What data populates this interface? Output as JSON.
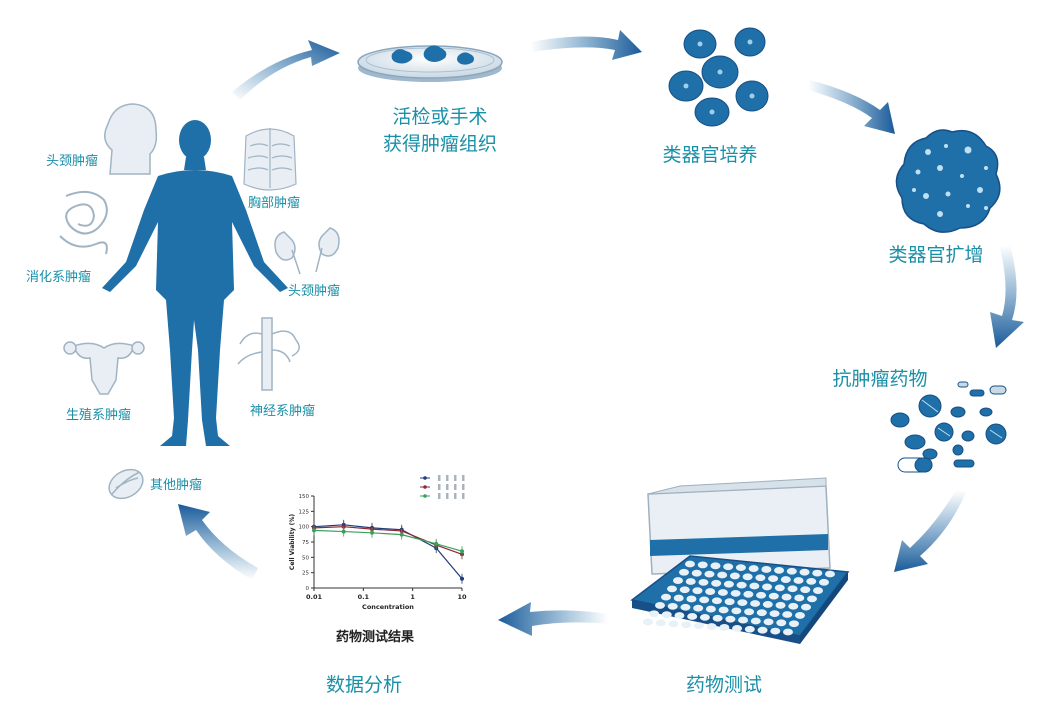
{
  "steps": {
    "biopsy": "活检或手术\n获得肿瘤组织",
    "culture": "类器官培养",
    "expand": "类器官扩增",
    "drugs": "抗肿瘤药物",
    "testing": "药物测试",
    "analysis": "数据分析"
  },
  "organs": {
    "head_neck": "头颈肿瘤",
    "chest": "胸部肿瘤",
    "digestive": "消化系肿瘤",
    "head_neck_2": "头颈肿瘤",
    "reproductive": "生殖系肿瘤",
    "nervous": "神经系肿瘤",
    "other": "其他肿瘤"
  },
  "result_label": "药物测试结果",
  "colors": {
    "primary": "#1f6fa8",
    "dark": "#174f86",
    "label": "#1a90a8"
  },
  "chart_data": {
    "type": "line",
    "ylabel": "Cell Viability (%)",
    "xlabel": "Concentration",
    "x_scale": "log",
    "xticks": [
      "0.01",
      "0.1",
      "1",
      "10"
    ],
    "yticks": [
      "0",
      "25",
      "50",
      "75",
      "100",
      "125",
      "150"
    ],
    "ylim": [
      0,
      150
    ],
    "xlim": [
      0.01,
      10
    ],
    "x": [
      0.01,
      0.04,
      0.15,
      0.6,
      3,
      10
    ],
    "series": [
      {
        "values": [
          100,
          103,
          98,
          95,
          65,
          15
        ],
        "color": "#1f3d7a"
      },
      {
        "values": [
          98,
          100,
          96,
          93,
          70,
          55
        ],
        "color": "#8a2a3a"
      },
      {
        "values": [
          94,
          92,
          90,
          87,
          72,
          60
        ],
        "color": "#3aa05a"
      }
    ]
  }
}
